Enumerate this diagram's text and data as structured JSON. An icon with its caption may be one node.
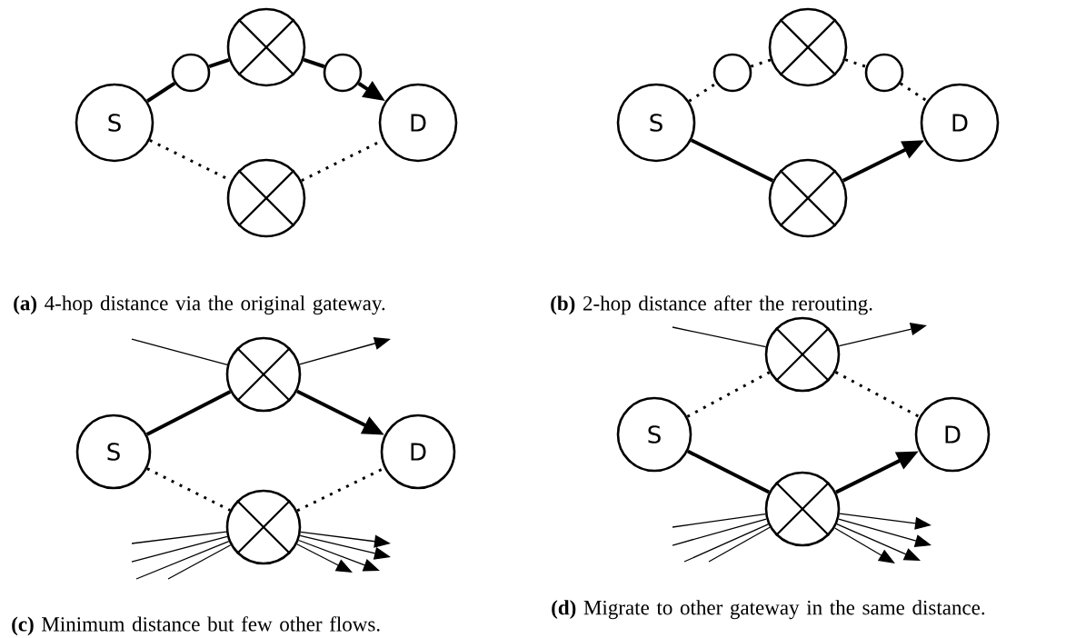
{
  "diagram": {
    "nodes": [
      {
        "text": [
          "S"
        ]
      },
      {
        "text": [],
        "shape": "circle"
      },
      {
        "text": [],
        "shape": "crossed-circle"
      },
      {
        "text": [],
        "shape": "circle"
      },
      {
        "text": [
          "D"
        ]
      },
      {
        "text": [],
        "shape": "crossed-circle"
      },
      {
        "text": [
          "S"
        ]
      },
      {
        "text": [],
        "shape": "circle"
      },
      {
        "text": [],
        "shape": "crossed-circle"
      },
      {
        "text": [],
        "shape": "circle"
      },
      {
        "text": [
          "D"
        ]
      },
      {
        "text": [],
        "shape": "crossed-circle"
      },
      {
        "text": [
          "S"
        ]
      },
      {
        "text": [],
        "shape": "crossed-circle"
      },
      {
        "text": [
          "D"
        ]
      },
      {
        "text": [],
        "shape": "crossed-circle"
      },
      {
        "text": [
          "S"
        ]
      },
      {
        "text": [],
        "shape": "crossed-circle"
      },
      {
        "text": [
          "D"
        ]
      },
      {
        "text": [],
        "shape": "crossed-circle"
      }
    ],
    "edges": [
      {
        "from": 0,
        "to": 1,
        "arrow": "none",
        "style": "thick"
      },
      {
        "from": 1,
        "to": 2,
        "arrow": "none",
        "style": "thick"
      },
      {
        "from": 2,
        "to": 3,
        "arrow": "none",
        "style": "thick"
      },
      {
        "from": 3,
        "to": 4,
        "arrow": "to",
        "style": "thick"
      },
      {
        "from": 0,
        "to": 5,
        "arrow": "none",
        "style": "dashed"
      },
      {
        "from": 5,
        "to": 4,
        "arrow": "none",
        "style": "dashed"
      },
      {
        "from": 6,
        "to": 7,
        "arrow": "none",
        "style": "dashed"
      },
      {
        "from": 7,
        "to": 8,
        "arrow": "none",
        "style": "dashed"
      },
      {
        "from": 8,
        "to": 9,
        "arrow": "none",
        "style": "dashed"
      },
      {
        "from": 9,
        "to": 10,
        "arrow": "none",
        "style": "dashed"
      },
      {
        "from": 6,
        "to": 11,
        "arrow": "none",
        "style": "thick"
      },
      {
        "from": 11,
        "to": 10,
        "arrow": "to",
        "style": "thick"
      },
      {
        "from": 12,
        "to": 13,
        "arrow": "none",
        "style": "thick"
      },
      {
        "from": 13,
        "to": 14,
        "arrow": "to",
        "style": "thick"
      },
      {
        "from": 12,
        "to": 15,
        "arrow": "none",
        "style": "dashed"
      },
      {
        "from": 15,
        "to": 14,
        "arrow": "none",
        "style": "dashed"
      },
      {
        "from": null,
        "to": 13,
        "arrow": "none"
      },
      {
        "from": 13,
        "to": null,
        "arrow": "to"
      },
      {
        "from": null,
        "to": 15,
        "arrow": "none"
      },
      {
        "from": null,
        "to": 15,
        "arrow": "none"
      },
      {
        "from": null,
        "to": 15,
        "arrow": "none"
      },
      {
        "from": null,
        "to": 15,
        "arrow": "none"
      },
      {
        "from": 15,
        "to": null,
        "arrow": "to"
      },
      {
        "from": 15,
        "to": null,
        "arrow": "to"
      },
      {
        "from": 15,
        "to": null,
        "arrow": "to"
      },
      {
        "from": 15,
        "to": null,
        "arrow": "to"
      },
      {
        "from": 16,
        "to": 17,
        "arrow": "none",
        "style": "dashed"
      },
      {
        "from": 17,
        "to": 18,
        "arrow": "none",
        "style": "dashed"
      },
      {
        "from": 16,
        "to": 19,
        "arrow": "none",
        "style": "thick"
      },
      {
        "from": 19,
        "to": 18,
        "arrow": "to",
        "style": "thick"
      },
      {
        "from": null,
        "to": 17,
        "arrow": "none"
      },
      {
        "from": 17,
        "to": null,
        "arrow": "to"
      },
      {
        "from": null,
        "to": 19,
        "arrow": "none"
      },
      {
        "from": null,
        "to": 19,
        "arrow": "none"
      },
      {
        "from": null,
        "to": 19,
        "arrow": "none"
      },
      {
        "from": null,
        "to": 19,
        "arrow": "none"
      },
      {
        "from": 19,
        "to": null,
        "arrow": "to"
      },
      {
        "from": 19,
        "to": null,
        "arrow": "to"
      },
      {
        "from": 19,
        "to": null,
        "arrow": "to"
      },
      {
        "from": 19,
        "to": null,
        "arrow": "to"
      }
    ],
    "labels": [
      "**(a)** 4-hop distance via the original gateway.",
      "**(b)** 2-hop distance after the rerouting.",
      "**(c)** Minimum distance but few other flows.",
      "**(d)** Migrate to other gateway in the same distance."
    ]
  }
}
